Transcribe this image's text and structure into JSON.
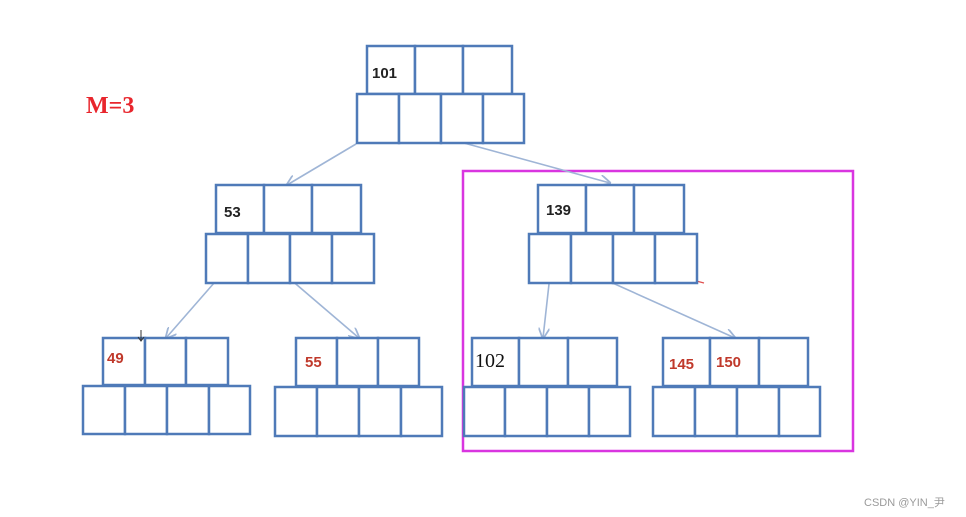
{
  "diagram": {
    "m_label": "M=3",
    "highlight_color": "#d935e0",
    "nodes": {
      "root": {
        "keys": [
          "101"
        ]
      },
      "left": {
        "keys": [
          "53"
        ]
      },
      "right": {
        "keys": [
          "139"
        ]
      },
      "leaf_1": {
        "keys": [
          "49"
        ]
      },
      "leaf_2": {
        "keys": [
          "55"
        ]
      },
      "leaf_3": {
        "keys": [
          "102"
        ]
      },
      "leaf_4": {
        "keys": [
          "145",
          "150"
        ]
      }
    }
  },
  "watermark": "CSDN @YIN_尹"
}
